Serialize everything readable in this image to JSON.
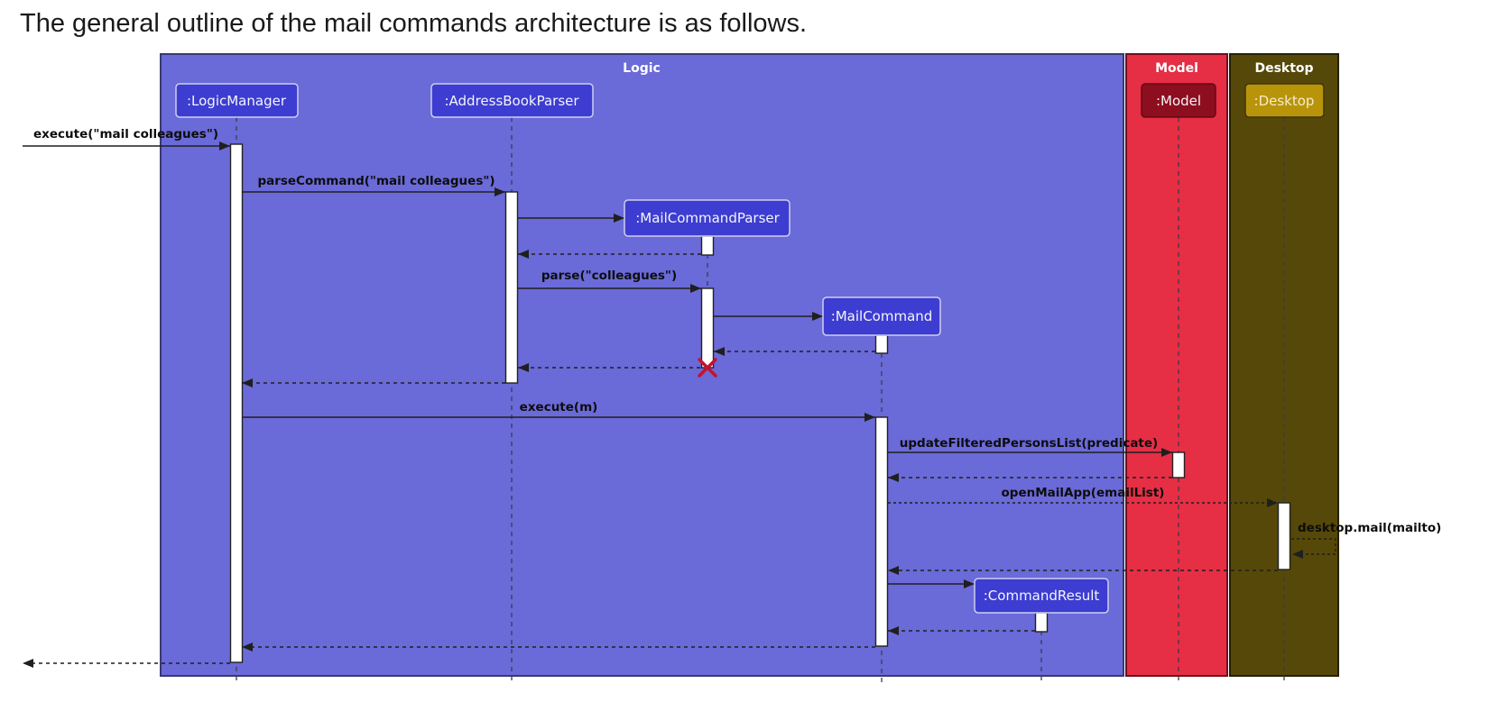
{
  "title": "The general outline of the mail commands architecture is as follows.",
  "frames": {
    "logic": "Logic",
    "model": "Model",
    "desktop": "Desktop"
  },
  "participants": {
    "logic_manager": ":LogicManager",
    "address_book_parser": ":AddressBookParser",
    "model": ":Model",
    "desktop": ":Desktop"
  },
  "created_objects": {
    "mail_command_parser": ":MailCommandParser",
    "mail_command": ":MailCommand",
    "command_result": ":CommandResult"
  },
  "messages": {
    "execute_mail": "execute(\"mail colleagues\")",
    "parse_command": "parseCommand(\"mail colleagues\")",
    "parse": "parse(\"colleagues\")",
    "execute_m": "execute(m)",
    "update_filtered": "updateFilteredPersonsList(predicate)",
    "open_mail_app": "openMailApp(emailList)",
    "desktop_mail": "desktop.mail(mailto)"
  },
  "colors": {
    "logic_frame": "#6A6AD8",
    "logic_participant_box": "#3D3DD1",
    "model_frame": "#E62E45",
    "model_participant_box": "#8D0E1E",
    "desktop_frame": "#564808",
    "desktop_participant_box": "#B8940B",
    "activation_bar": "#FFFFFF",
    "destroy_marker": "#C41230",
    "frame_label_text": "#FFFFFF",
    "message_text": "#000000"
  }
}
